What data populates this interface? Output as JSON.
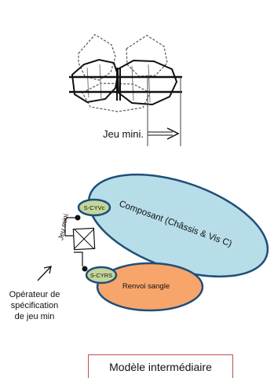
{
  "top_figure": {
    "gap_label": "Jeu mini."
  },
  "bottom_figure": {
    "component_label": "Composant (Châssis & Vis C)",
    "surface_c_label": "S-CYVc",
    "surface_r_label": "S-CYRS",
    "strap_label": "Renvoi sangle",
    "operator_gap_label": "Jeu mini.",
    "operator_caption_line1": "Opérateur de",
    "operator_caption_line2": "spécification",
    "operator_caption_line3": "de jeu min"
  },
  "caption": "Modèle intermédiaire",
  "colors": {
    "component_fill": "#b7dde8",
    "strap_fill": "#f7a56a",
    "surface_fill": "#c3d69b",
    "caption_border": "#c0504d"
  }
}
